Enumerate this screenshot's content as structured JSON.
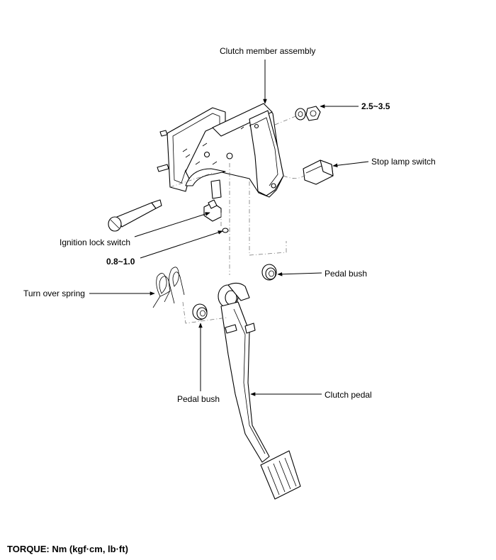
{
  "labels": {
    "clutch_member_assembly": "Clutch member assembly",
    "torque_top": "2.5~3.5",
    "stop_lamp_switch": "Stop lamp switch",
    "ignition_lock_switch": "Ignition lock switch",
    "torque_mid": "0.8~1.0",
    "pedal_bush_right": "Pedal bush",
    "turn_over_spring": "Turn over spring",
    "pedal_bush_left": "Pedal bush",
    "clutch_pedal": "Clutch pedal"
  },
  "footer": {
    "torque_note": "TORQUE: Nm (kgf·cm, lb·ft)"
  }
}
